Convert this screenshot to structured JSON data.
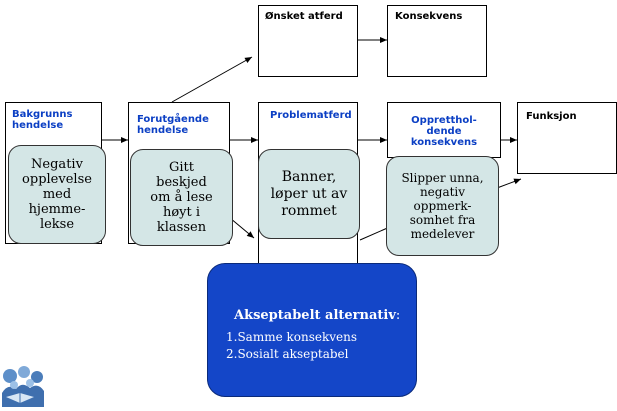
{
  "boxes": {
    "onsket_atferd": "Ønsket atferd",
    "konsekvens": "Konsekvens",
    "bakgrunns_hendelse": "Bakgrunns\nhendelse",
    "forutgaende_hendelse": "Forutgående\nhendelse",
    "problematferd": "Problematferd",
    "opprettholdende_konsekvens": "Oppretthol-\ndende\nkonsekvens",
    "funksjon": "Funksjon"
  },
  "bubbles": {
    "negativ_opplevelse": "Negativ\nopplevelse\nmed\nhjemme-\nlekse",
    "gitt_beskjed": "Gitt\nbeskjed\nom å lese\nhøyt i\nklassen",
    "banner": "Banner,\nløper ut av\nrommet",
    "slipper_unna": "Slipper unna,\nnegativ\noppmerk-\nsomhet fra\nmedelever"
  },
  "alternative": {
    "title_bold": "Akseptabelt alternativ",
    "title_suffix": ":",
    "items": [
      "1.Samme konsekvens",
      "2.Sosialt akseptabel"
    ]
  },
  "colors": {
    "header_blue": "#0b3fc4",
    "bubble_fill": "#d4e6e6",
    "alternative_fill": "#1446c8"
  },
  "logo": "children-reading-logo"
}
